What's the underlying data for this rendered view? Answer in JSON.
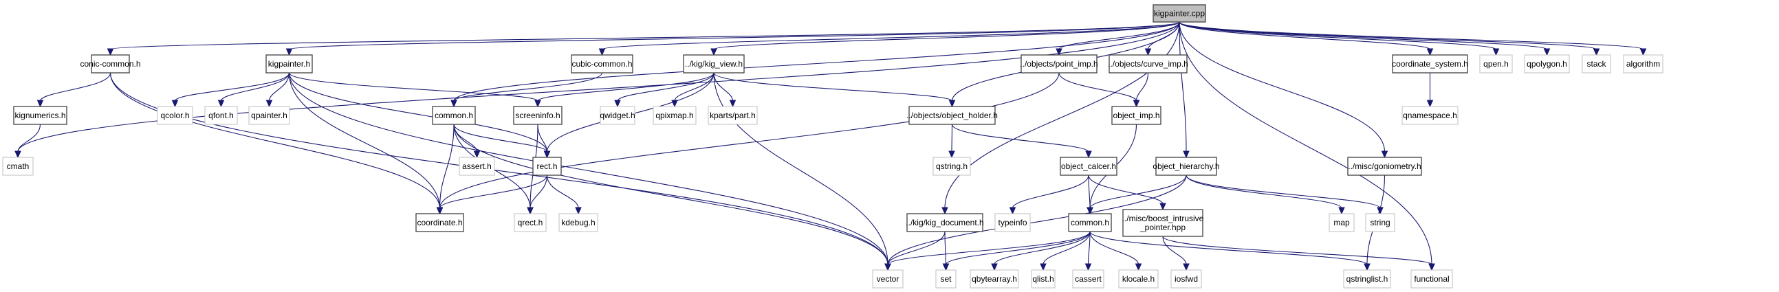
{
  "title": "kigpainter.cpp include dependency graph",
  "colors": {
    "edge": "#191970",
    "root_fill": "#bfbfbf",
    "root_border": "#404040",
    "documented_border": "#404040",
    "external_border": "#bfbfbf",
    "node_fill": "#ffffff"
  },
  "nodes": [
    {
      "id": "kigpainter_cpp",
      "label": "kigpainter.cpp",
      "kind": "root"
    },
    {
      "id": "conic_common_h",
      "label": "conic-common.h",
      "kind": "documented"
    },
    {
      "id": "kigpainter_h",
      "label": "kigpainter.h",
      "kind": "documented"
    },
    {
      "id": "cubic_common_h",
      "label": "cubic-common.h",
      "kind": "documented"
    },
    {
      "id": "kig_view_h",
      "label": "../kig/kig_view.h",
      "kind": "documented"
    },
    {
      "id": "point_imp_h",
      "label": "../objects/point_imp.h",
      "kind": "documented"
    },
    {
      "id": "curve_imp_h",
      "label": "../objects/curve_imp.h",
      "kind": "documented"
    },
    {
      "id": "coordinate_system_h",
      "label": "coordinate_system.h",
      "kind": "documented"
    },
    {
      "id": "qpen_h",
      "label": "qpen.h",
      "kind": "external"
    },
    {
      "id": "qpolygon_h",
      "label": "qpolygon.h",
      "kind": "external"
    },
    {
      "id": "stack",
      "label": "stack",
      "kind": "external"
    },
    {
      "id": "algorithm",
      "label": "algorithm",
      "kind": "external"
    },
    {
      "id": "kignumerics_h",
      "label": "kignumerics.h",
      "kind": "documented"
    },
    {
      "id": "qcolor_h",
      "label": "qcolor.h",
      "kind": "external"
    },
    {
      "id": "qfont_h",
      "label": "qfont.h",
      "kind": "external"
    },
    {
      "id": "qpainter_h",
      "label": "qpainter.h",
      "kind": "external"
    },
    {
      "id": "common_h_1",
      "label": "common.h",
      "kind": "documented"
    },
    {
      "id": "screeninfo_h",
      "label": "screeninfo.h",
      "kind": "documented"
    },
    {
      "id": "qwidget_h",
      "label": "qwidget.h",
      "kind": "external"
    },
    {
      "id": "qpixmap_h",
      "label": "qpixmap.h",
      "kind": "external"
    },
    {
      "id": "kparts_part_h",
      "label": "kparts/part.h",
      "kind": "external"
    },
    {
      "id": "object_holder_h",
      "label": "../objects/object_holder.h",
      "kind": "documented"
    },
    {
      "id": "object_imp_h",
      "label": "object_imp.h",
      "kind": "documented"
    },
    {
      "id": "qnamespace_h",
      "label": "qnamespace.h",
      "kind": "external"
    },
    {
      "id": "cmath",
      "label": "cmath",
      "kind": "external"
    },
    {
      "id": "assert_h",
      "label": "assert.h",
      "kind": "external"
    },
    {
      "id": "rect_h",
      "label": "rect.h",
      "kind": "documented"
    },
    {
      "id": "qstring_h",
      "label": "qstring.h",
      "kind": "external"
    },
    {
      "id": "object_calcer_h",
      "label": "object_calcer.h",
      "kind": "documented"
    },
    {
      "id": "object_hierarchy_h",
      "label": "object_hierarchy.h",
      "kind": "documented"
    },
    {
      "id": "goniometry_h",
      "label": "../misc/goniometry.h",
      "kind": "documented"
    },
    {
      "id": "coordinate_h",
      "label": "coordinate.h",
      "kind": "documented"
    },
    {
      "id": "qrect_h",
      "label": "qrect.h",
      "kind": "external"
    },
    {
      "id": "kdebug_h",
      "label": "kdebug.h",
      "kind": "external"
    },
    {
      "id": "kig_document_h",
      "label": "../kig/kig_document.h",
      "kind": "documented"
    },
    {
      "id": "typeinfo",
      "label": "typeinfo",
      "kind": "external"
    },
    {
      "id": "common_h_2",
      "label": "common.h",
      "kind": "documented"
    },
    {
      "id": "boost_intrusive_pointer_hpp",
      "label": "../misc/boost_intrusive\n_pointer.hpp",
      "kind": "documented"
    },
    {
      "id": "map",
      "label": "map",
      "kind": "external"
    },
    {
      "id": "string",
      "label": "string",
      "kind": "external"
    },
    {
      "id": "vector",
      "label": "vector",
      "kind": "external"
    },
    {
      "id": "set",
      "label": "set",
      "kind": "external"
    },
    {
      "id": "qbytearray_h",
      "label": "qbytearray.h",
      "kind": "external"
    },
    {
      "id": "qlist_h",
      "label": "qlist.h",
      "kind": "external"
    },
    {
      "id": "cassert",
      "label": "cassert",
      "kind": "external"
    },
    {
      "id": "klocale_h",
      "label": "klocale.h",
      "kind": "external"
    },
    {
      "id": "iosfwd",
      "label": "iosfwd",
      "kind": "external"
    },
    {
      "id": "qstringlist_h",
      "label": "qstringlist.h",
      "kind": "external"
    },
    {
      "id": "functional",
      "label": "functional",
      "kind": "external"
    }
  ],
  "edges": [
    [
      "kigpainter_cpp",
      "conic_common_h"
    ],
    [
      "kigpainter_cpp",
      "kigpainter_h"
    ],
    [
      "kigpainter_cpp",
      "cubic_common_h"
    ],
    [
      "kigpainter_cpp",
      "kig_view_h"
    ],
    [
      "kigpainter_cpp",
      "point_imp_h"
    ],
    [
      "kigpainter_cpp",
      "curve_imp_h"
    ],
    [
      "kigpainter_cpp",
      "coordinate_system_h"
    ],
    [
      "kigpainter_cpp",
      "qpen_h"
    ],
    [
      "kigpainter_cpp",
      "qpolygon_h"
    ],
    [
      "kigpainter_cpp",
      "stack"
    ],
    [
      "kigpainter_cpp",
      "algorithm"
    ],
    [
      "kigpainter_cpp",
      "cmath"
    ],
    [
      "kigpainter_cpp",
      "common_h_1"
    ],
    [
      "kigpainter_cpp",
      "object_holder_h"
    ],
    [
      "kigpainter_cpp",
      "kig_document_h"
    ],
    [
      "kigpainter_cpp",
      "object_hierarchy_h"
    ],
    [
      "kigpainter_cpp",
      "goniometry_h"
    ],
    [
      "kigpainter_cpp",
      "functional"
    ],
    [
      "conic_common_h",
      "kignumerics_h"
    ],
    [
      "conic_common_h",
      "coordinate_h"
    ],
    [
      "conic_common_h",
      "vector"
    ],
    [
      "kignumerics_h",
      "cmath"
    ],
    [
      "kigpainter_h",
      "qcolor_h"
    ],
    [
      "kigpainter_h",
      "qfont_h"
    ],
    [
      "kigpainter_h",
      "qpainter_h"
    ],
    [
      "kigpainter_h",
      "coordinate_h"
    ],
    [
      "kigpainter_h",
      "rect_h"
    ],
    [
      "kigpainter_h",
      "screeninfo_h"
    ],
    [
      "kigpainter_h",
      "vector"
    ],
    [
      "cubic_common_h",
      "common_h_1"
    ],
    [
      "kig_view_h",
      "qwidget_h"
    ],
    [
      "kig_view_h",
      "qpixmap_h"
    ],
    [
      "kig_view_h",
      "kparts_part_h"
    ],
    [
      "kig_view_h",
      "screeninfo_h"
    ],
    [
      "kig_view_h",
      "rect_h"
    ],
    [
      "kig_view_h",
      "object_holder_h"
    ],
    [
      "kig_view_h",
      "vector"
    ],
    [
      "common_h_1",
      "assert_h"
    ],
    [
      "common_h_1",
      "rect_h"
    ],
    [
      "common_h_1",
      "coordinate_h"
    ],
    [
      "common_h_1",
      "qrect_h"
    ],
    [
      "common_h_1",
      "vector"
    ],
    [
      "screeninfo_h",
      "rect_h"
    ],
    [
      "screeninfo_h",
      "qrect_h"
    ],
    [
      "rect_h",
      "coordinate_h"
    ],
    [
      "rect_h",
      "qrect_h"
    ],
    [
      "rect_h",
      "kdebug_h"
    ],
    [
      "point_imp_h",
      "object_imp_h"
    ],
    [
      "point_imp_h",
      "coordinate_h"
    ],
    [
      "curve_imp_h",
      "object_imp_h"
    ],
    [
      "object_imp_h",
      "common_h_2"
    ],
    [
      "object_holder_h",
      "qstring_h"
    ],
    [
      "object_holder_h",
      "object_calcer_h"
    ],
    [
      "object_calcer_h",
      "typeinfo"
    ],
    [
      "object_calcer_h",
      "common_h_2"
    ],
    [
      "object_calcer_h",
      "boost_intrusive_pointer_hpp"
    ],
    [
      "object_hierarchy_h",
      "common_h_2"
    ],
    [
      "object_hierarchy_h",
      "map"
    ],
    [
      "object_hierarchy_h",
      "string"
    ],
    [
      "object_hierarchy_h",
      "vector"
    ],
    [
      "kig_document_h",
      "vector"
    ],
    [
      "kig_document_h",
      "set"
    ],
    [
      "common_h_2",
      "vector"
    ],
    [
      "common_h_2",
      "set"
    ],
    [
      "common_h_2",
      "qbytearray_h"
    ],
    [
      "common_h_2",
      "qlist_h"
    ],
    [
      "common_h_2",
      "cassert"
    ],
    [
      "common_h_2",
      "klocale_h"
    ],
    [
      "common_h_2",
      "qstringlist_h"
    ],
    [
      "boost_intrusive_pointer_hpp",
      "iosfwd"
    ],
    [
      "boost_intrusive_pointer_hpp",
      "functional"
    ],
    [
      "goniometry_h",
      "qstringlist_h"
    ],
    [
      "coordinate_system_h",
      "qnamespace_h"
    ]
  ]
}
